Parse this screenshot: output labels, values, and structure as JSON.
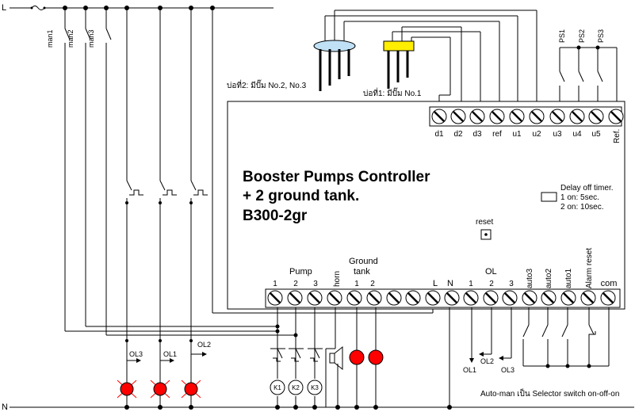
{
  "rails": {
    "line_label": "L",
    "neutral_label": "N"
  },
  "manual_switches": [
    "man1",
    "man2",
    "man3"
  ],
  "tank_labels": {
    "tank2": "บ่อที่2: มีปั๊ม No.2, No.3",
    "tank1": "บ่อที่1: มีปั๊ม No.1"
  },
  "pressure_switches": [
    "PS1",
    "PS2",
    "PS3"
  ],
  "controller": {
    "title_line1": "Booster Pumps Controller",
    "title_line2": "+ 2 ground tank.",
    "title_line3": "B300-2gr",
    "timer_title": "Delay off timer.",
    "timer_opt1": "1 on: 5sec.",
    "timer_opt2": "2 on: 10sec.",
    "reset_label": "reset"
  },
  "top_terminals": [
    "d1",
    "d2",
    "d3",
    "ref",
    "u1",
    "u2",
    "u3",
    "u4",
    "u5",
    "Ref."
  ],
  "bottom_groups": {
    "pump": "Pump",
    "pump_nums": [
      "1",
      "2",
      "3"
    ],
    "horn": "horn",
    "ground_tank_line1": "Ground",
    "ground_tank_line2": "tank",
    "tank_nums": [
      "1",
      "2"
    ],
    "L": "L",
    "N": "N",
    "ol": "OL",
    "ol_nums": [
      "1",
      "2",
      "3"
    ],
    "right_labels": [
      "auto3",
      "auto2",
      "auto1",
      "Alarm reset",
      "com"
    ]
  },
  "overload_contacts": [
    "OL3",
    "OL1",
    "OL2"
  ],
  "ol_outputs": [
    "OL1",
    "OL2",
    "OL3"
  ],
  "contactors": [
    "K1",
    "K2",
    "K3"
  ],
  "footer_note": "Auto-man เป็น Selector switch on-off-on",
  "colors": {
    "lamp_red": "#ff0000",
    "sensor_blue": "#bfe0f5",
    "sensor_yellow": "#ffee00"
  }
}
